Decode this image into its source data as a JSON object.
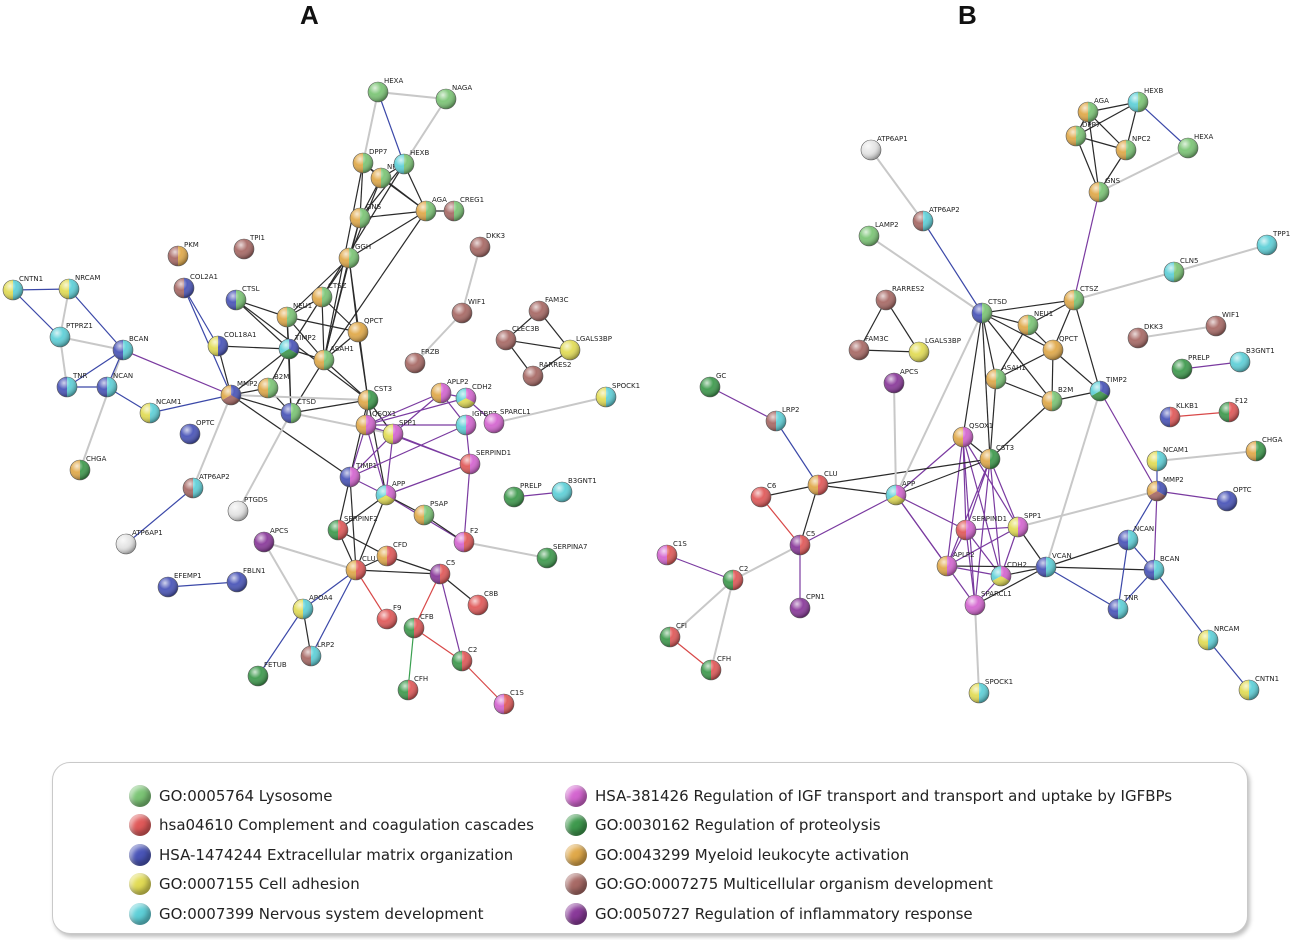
{
  "panels": [
    {
      "letter": "A"
    },
    {
      "letter": "B"
    }
  ],
  "colors": {
    "lysosome": "#7cc576",
    "complement": "#e05a5a",
    "ecm": "#4a55b8",
    "adhesion": "#e2dc56",
    "nervous": "#5fd0d8",
    "igf": "#d466d0",
    "proteolysis": "#3f9a4e",
    "myeloid": "#e0a94a",
    "development": "#a86a66",
    "inflammatory": "#8a3a9a",
    "none": "#e6e6e6"
  },
  "legend": {
    "left": [
      {
        "color_key": "lysosome",
        "label": "GO:0005764 Lysosome"
      },
      {
        "color_key": "complement",
        "label": "hsa04610 Complement and coagulation cascades"
      },
      {
        "color_key": "ecm",
        "label": "HSA-1474244 Extracellular matrix organization"
      },
      {
        "color_key": "adhesion",
        "label": "GO:0007155 Cell adhesion"
      },
      {
        "color_key": "nervous",
        "label": "GO:0007399 Nervous system development"
      }
    ],
    "right": [
      {
        "color_key": "igf",
        "label": "HSA-381426 Regulation of IGF transport and transport and uptake by IGFBPs"
      },
      {
        "color_key": "proteolysis",
        "label": "GO:0030162 Regulation of proteolysis"
      },
      {
        "color_key": "myeloid",
        "label": "GO:0043299 Myeloid leukocyte activation"
      },
      {
        "color_key": "development",
        "label": "GO:GO:0007275 Multicellular organism development"
      },
      {
        "color_key": "inflammatory",
        "label": "GO:0050727 Regulation of inflammatory response"
      }
    ]
  },
  "network_A": {
    "nodes": [
      {
        "id": "HEXA",
        "colors": [
          "lysosome"
        ]
      },
      {
        "id": "NAGA",
        "colors": [
          "lysosome"
        ]
      },
      {
        "id": "DPP7",
        "colors": [
          "lysosome",
          "myeloid"
        ]
      },
      {
        "id": "NPC2",
        "colors": [
          "lysosome",
          "myeloid"
        ]
      },
      {
        "id": "HEXB",
        "colors": [
          "lysosome",
          "nervous"
        ]
      },
      {
        "id": "GNS",
        "colors": [
          "lysosome",
          "myeloid"
        ]
      },
      {
        "id": "AGA",
        "colors": [
          "lysosome",
          "myeloid"
        ]
      },
      {
        "id": "CREG1",
        "colors": [
          "lysosome",
          "development"
        ]
      },
      {
        "id": "GGH",
        "colors": [
          "lysosome",
          "myeloid"
        ]
      },
      {
        "id": "CTSZ",
        "colors": [
          "lysosome",
          "myeloid"
        ]
      },
      {
        "id": "NEU1",
        "colors": [
          "lysosome",
          "myeloid"
        ]
      },
      {
        "id": "QPCT",
        "colors": [
          "myeloid"
        ]
      },
      {
        "id": "ASAH1",
        "colors": [
          "lysosome",
          "myeloid"
        ]
      },
      {
        "id": "TIMP2",
        "colors": [
          "ecm",
          "proteolysis",
          "nervous"
        ]
      },
      {
        "id": "CTSL",
        "colors": [
          "lysosome",
          "ecm"
        ]
      },
      {
        "id": "COL18A1",
        "colors": [
          "ecm",
          "adhesion"
        ]
      },
      {
        "id": "COL2A1",
        "colors": [
          "ecm",
          "development"
        ]
      },
      {
        "id": "PKM",
        "colors": [
          "myeloid",
          "development"
        ]
      },
      {
        "id": "TPI1",
        "colors": [
          "development"
        ]
      },
      {
        "id": "B2M",
        "colors": [
          "lysosome",
          "myeloid"
        ]
      },
      {
        "id": "MMP2",
        "colors": [
          "ecm",
          "development",
          "myeloid"
        ]
      },
      {
        "id": "CTSD",
        "colors": [
          "lysosome",
          "ecm"
        ]
      },
      {
        "id": "CST3",
        "colors": [
          "proteolysis",
          "myeloid"
        ]
      },
      {
        "id": "QSOX1",
        "colors": [
          "igf",
          "myeloid"
        ]
      },
      {
        "id": "APLP2",
        "colors": [
          "igf",
          "myeloid"
        ]
      },
      {
        "id": "CDH2",
        "colors": [
          "igf",
          "adhesion",
          "nervous"
        ]
      },
      {
        "id": "SPP1",
        "colors": [
          "igf",
          "adhesion"
        ]
      },
      {
        "id": "IGFBP7",
        "colors": [
          "igf",
          "nervous"
        ]
      },
      {
        "id": "SPARCL1",
        "colors": [
          "igf"
        ]
      },
      {
        "id": "SERPIND1",
        "colors": [
          "igf",
          "complement"
        ]
      },
      {
        "id": "TIMP1",
        "colors": [
          "igf",
          "ecm"
        ]
      },
      {
        "id": "APP",
        "colors": [
          "igf",
          "adhesion",
          "nervous"
        ]
      },
      {
        "id": "PSAP",
        "colors": [
          "lysosome",
          "myeloid"
        ]
      },
      {
        "id": "SERPINF2",
        "colors": [
          "complement",
          "proteolysis"
        ]
      },
      {
        "id": "CFD",
        "colors": [
          "complement",
          "myeloid"
        ]
      },
      {
        "id": "F2",
        "colors": [
          "complement",
          "igf"
        ]
      },
      {
        "id": "CLU",
        "colors": [
          "complement",
          "myeloid"
        ]
      },
      {
        "id": "C5",
        "colors": [
          "complement",
          "inflammatory"
        ]
      },
      {
        "id": "C8B",
        "colors": [
          "complement"
        ]
      },
      {
        "id": "F9",
        "colors": [
          "complement"
        ]
      },
      {
        "id": "CFB",
        "colors": [
          "complement",
          "proteolysis"
        ]
      },
      {
        "id": "C2",
        "colors": [
          "complement",
          "proteolysis"
        ]
      },
      {
        "id": "CFH",
        "colors": [
          "complement",
          "proteolysis"
        ]
      },
      {
        "id": "C1S",
        "colors": [
          "complement",
          "igf"
        ]
      },
      {
        "id": "APOA4",
        "colors": [
          "nervous",
          "adhesion"
        ]
      },
      {
        "id": "LRP2",
        "colors": [
          "nervous",
          "development"
        ]
      },
      {
        "id": "FETUB",
        "colors": [
          "proteolysis"
        ]
      },
      {
        "id": "APCS",
        "colors": [
          "inflammatory"
        ]
      },
      {
        "id": "PTGDS",
        "colors": [
          "none"
        ]
      },
      {
        "id": "FBLN1",
        "colors": [
          "ecm"
        ]
      },
      {
        "id": "EFEMP1",
        "colors": [
          "ecm"
        ]
      },
      {
        "id": "ATP6AP2",
        "colors": [
          "nervous",
          "development"
        ]
      },
      {
        "id": "ATP6AP1",
        "colors": [
          "none"
        ]
      },
      {
        "id": "CHGA",
        "colors": [
          "proteolysis",
          "myeloid"
        ]
      },
      {
        "id": "OPTC",
        "colors": [
          "ecm"
        ]
      },
      {
        "id": "NCAM1",
        "colors": [
          "nervous",
          "adhesion"
        ]
      },
      {
        "id": "TNR",
        "colors": [
          "nervous",
          "ecm"
        ]
      },
      {
        "id": "NCAN",
        "colors": [
          "nervous",
          "ecm"
        ]
      },
      {
        "id": "BCAN",
        "colors": [
          "nervous",
          "ecm"
        ]
      },
      {
        "id": "PTPRZ1",
        "colors": [
          "nervous"
        ]
      },
      {
        "id": "CNTN1",
        "colors": [
          "nervous",
          "adhesion"
        ]
      },
      {
        "id": "NRCAM",
        "colors": [
          "nervous",
          "adhesion"
        ]
      },
      {
        "id": "DKK3",
        "colors": [
          "development"
        ]
      },
      {
        "id": "WIF1",
        "colors": [
          "development"
        ]
      },
      {
        "id": "FRZB",
        "colors": [
          "development"
        ]
      },
      {
        "id": "FAM3C",
        "colors": [
          "development"
        ]
      },
      {
        "id": "CLEC3B",
        "colors": [
          "development"
        ]
      },
      {
        "id": "LGALS3BP",
        "colors": [
          "adhesion"
        ]
      },
      {
        "id": "RARRES2",
        "colors": [
          "development"
        ]
      },
      {
        "id": "SPOCK1",
        "colors": [
          "nervous",
          "adhesion"
        ]
      },
      {
        "id": "PRELP",
        "colors": [
          "proteolysis"
        ]
      },
      {
        "id": "B3GNT1",
        "colors": [
          "nervous"
        ]
      },
      {
        "id": "SERPINA7",
        "colors": [
          "proteolysis"
        ]
      }
    ]
  },
  "network_B": {
    "nodes": [
      {
        "id": "AGA",
        "colors": [
          "lysosome",
          "myeloid"
        ]
      },
      {
        "id": "HEXB",
        "colors": [
          "lysosome",
          "nervous"
        ]
      },
      {
        "id": "DPP7",
        "colors": [
          "lysosome",
          "myeloid"
        ]
      },
      {
        "id": "NPC2",
        "colors": [
          "lysosome",
          "myeloid"
        ]
      },
      {
        "id": "HEXA",
        "colors": [
          "lysosome"
        ]
      },
      {
        "id": "GNS",
        "colors": [
          "lysosome",
          "myeloid"
        ]
      },
      {
        "id": "ATP6AP1",
        "colors": [
          "none"
        ]
      },
      {
        "id": "ATP6AP2",
        "colors": [
          "nervous",
          "development"
        ]
      },
      {
        "id": "LAMP2",
        "colors": [
          "lysosome"
        ]
      },
      {
        "id": "RARRES2",
        "colors": [
          "development"
        ]
      },
      {
        "id": "FAM3C",
        "colors": [
          "development"
        ]
      },
      {
        "id": "LGALS3BP",
        "colors": [
          "adhesion"
        ]
      },
      {
        "id": "APCS",
        "colors": [
          "inflammatory"
        ]
      },
      {
        "id": "CTSD",
        "colors": [
          "lysosome",
          "ecm"
        ]
      },
      {
        "id": "NEU1",
        "colors": [
          "lysosome",
          "myeloid"
        ]
      },
      {
        "id": "CTSZ",
        "colors": [
          "lysosome",
          "myeloid"
        ]
      },
      {
        "id": "QPCT",
        "colors": [
          "myeloid"
        ]
      },
      {
        "id": "ASAH1",
        "colors": [
          "lysosome",
          "myeloid"
        ]
      },
      {
        "id": "B2M",
        "colors": [
          "lysosome",
          "myeloid"
        ]
      },
      {
        "id": "TIMP2",
        "colors": [
          "ecm",
          "proteolysis",
          "nervous"
        ]
      },
      {
        "id": "TPP1",
        "colors": [
          "nervous"
        ]
      },
      {
        "id": "CLN5",
        "colors": [
          "lysosome",
          "nervous"
        ]
      },
      {
        "id": "DKK3",
        "colors": [
          "development"
        ]
      },
      {
        "id": "WIF1",
        "colors": [
          "development"
        ]
      },
      {
        "id": "PRELP",
        "colors": [
          "proteolysis"
        ]
      },
      {
        "id": "B3GNT1",
        "colors": [
          "nervous"
        ]
      },
      {
        "id": "KLKB1",
        "colors": [
          "complement",
          "ecm"
        ]
      },
      {
        "id": "F12",
        "colors": [
          "complement",
          "proteolysis"
        ]
      },
      {
        "id": "CHGA",
        "colors": [
          "proteolysis",
          "myeloid"
        ]
      },
      {
        "id": "NCAM1",
        "colors": [
          "nervous",
          "adhesion"
        ]
      },
      {
        "id": "MMP2",
        "colors": [
          "ecm",
          "development",
          "myeloid"
        ]
      },
      {
        "id": "OPTC",
        "colors": [
          "ecm"
        ]
      },
      {
        "id": "QSOX1",
        "colors": [
          "igf",
          "myeloid"
        ]
      },
      {
        "id": "CST3",
        "colors": [
          "proteolysis",
          "myeloid"
        ]
      },
      {
        "id": "GC",
        "colors": [
          "proteolysis"
        ]
      },
      {
        "id": "LRP2",
        "colors": [
          "nervous",
          "development"
        ]
      },
      {
        "id": "CLU",
        "colors": [
          "complement",
          "myeloid"
        ]
      },
      {
        "id": "APP",
        "colors": [
          "igf",
          "adhesion",
          "nervous"
        ]
      },
      {
        "id": "C6",
        "colors": [
          "complement"
        ]
      },
      {
        "id": "C5",
        "colors": [
          "complement",
          "inflammatory"
        ]
      },
      {
        "id": "SPP1",
        "colors": [
          "igf",
          "adhesion"
        ]
      },
      {
        "id": "SERPIND1",
        "colors": [
          "igf",
          "complement"
        ]
      },
      {
        "id": "APLP2",
        "colors": [
          "igf",
          "myeloid"
        ]
      },
      {
        "id": "CDH2",
        "colors": [
          "igf",
          "adhesion",
          "nervous"
        ]
      },
      {
        "id": "SPARCL1",
        "colors": [
          "igf"
        ]
      },
      {
        "id": "VCAN",
        "colors": [
          "nervous",
          "ecm"
        ]
      },
      {
        "id": "NCAN",
        "colors": [
          "nervous",
          "ecm"
        ]
      },
      {
        "id": "BCAN",
        "colors": [
          "nervous",
          "ecm"
        ]
      },
      {
        "id": "TNR",
        "colors": [
          "nervous",
          "ecm"
        ]
      },
      {
        "id": "NRCAM",
        "colors": [
          "nervous",
          "adhesion"
        ]
      },
      {
        "id": "CNTN1",
        "colors": [
          "nervous",
          "adhesion"
        ]
      },
      {
        "id": "C1S",
        "colors": [
          "complement",
          "igf"
        ]
      },
      {
        "id": "C2",
        "colors": [
          "complement",
          "proteolysis"
        ]
      },
      {
        "id": "CFI",
        "colors": [
          "complement",
          "proteolysis"
        ]
      },
      {
        "id": "CFH",
        "colors": [
          "complement",
          "proteolysis"
        ]
      },
      {
        "id": "CPN1",
        "colors": [
          "inflammatory"
        ]
      },
      {
        "id": "SPOCK1",
        "colors": [
          "nervous",
          "adhesion"
        ]
      }
    ]
  }
}
